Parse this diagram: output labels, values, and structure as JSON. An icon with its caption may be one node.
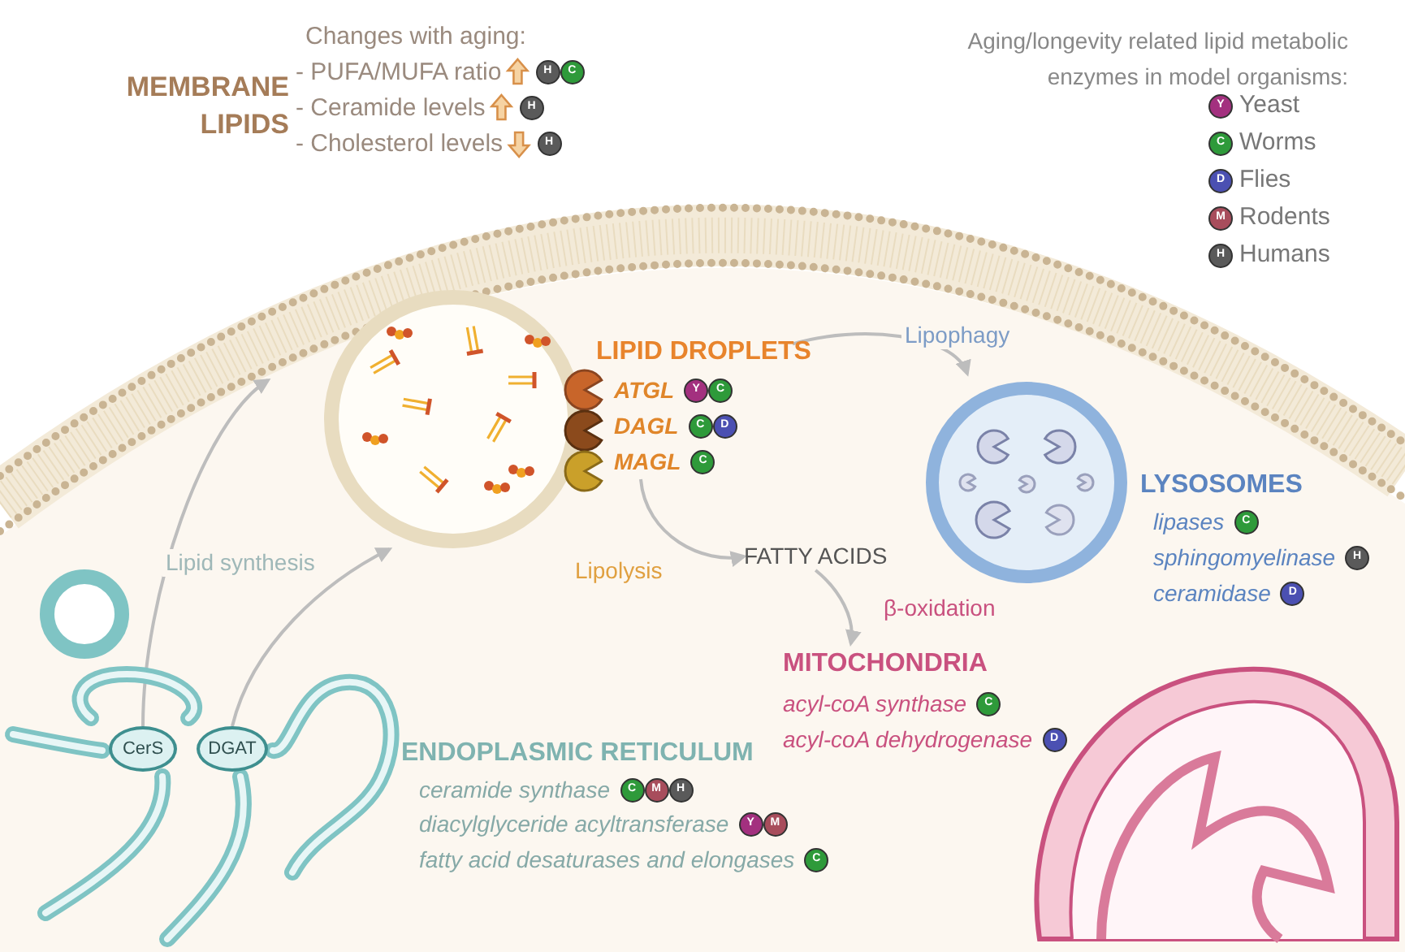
{
  "diagram": {
    "nodes": [
      {
        "text": [
          "LIPID DROPLETS",
          "ATGL",
          "DAGL",
          "MAGL"
        ]
      },
      {
        "text": [
          "LYSOSOMES",
          "lipases",
          "sphingomyelinase",
          "ceramidase"
        ]
      },
      {
        "text": [
          "FATTY ACIDS"
        ]
      },
      {
        "text": [
          "MITOCHONDRIA",
          "acyl-coA synthase",
          "acyl-coA dehydrogenase"
        ]
      },
      {
        "text": [
          "ENDOPLASMIC RETICULUM",
          "ceramide synthase",
          "diacylglyceride acyltransferase",
          "fatty acid desaturases and elongases"
        ]
      },
      {
        "text": [
          "CerS"
        ],
        "in": 4
      },
      {
        "text": [
          "DGAT"
        ],
        "in": 4
      }
    ],
    "edges": [
      {
        "from": 5,
        "to": null,
        "arrow": "to",
        "label": "Lipid synthesis"
      },
      {
        "from": 6,
        "to": 0,
        "arrow": "to"
      },
      {
        "from": 0,
        "to": 1,
        "arrow": "to",
        "label": "Lipophagy"
      },
      {
        "from": 0,
        "to": 2,
        "arrow": "to",
        "label": "Lipolysis"
      },
      {
        "from": 2,
        "to": 3,
        "arrow": "to",
        "label": "β-oxidation"
      }
    ],
    "labels": [
      "MEMBRANE LIPIDS",
      "Changes with aging:",
      "- PUFA/MUFA ratio",
      "H",
      "C",
      "- Ceramide levels",
      "H",
      "- Cholesterol levels",
      "H",
      "Aging/longevity related lipid metabolic enzymes in model organisms:",
      "Y",
      "C",
      "D",
      "M",
      "H",
      "Y",
      "C",
      "C",
      "D",
      "C",
      "C",
      "H",
      "D",
      "C",
      "D",
      "C",
      "M",
      "H",
      "Y",
      "M",
      "C"
    ],
    "legend": [
      {
        "text": "Yeast",
        "color": "#a3307f"
      },
      {
        "text": "Worms",
        "color": "#2e9a3a"
      },
      {
        "text": "Flies",
        "color": "#4b50b2"
      },
      {
        "text": "Rodents",
        "color": "#a84d5c"
      },
      {
        "text": "Humans",
        "color": "#5a5a5a"
      }
    ]
  }
}
